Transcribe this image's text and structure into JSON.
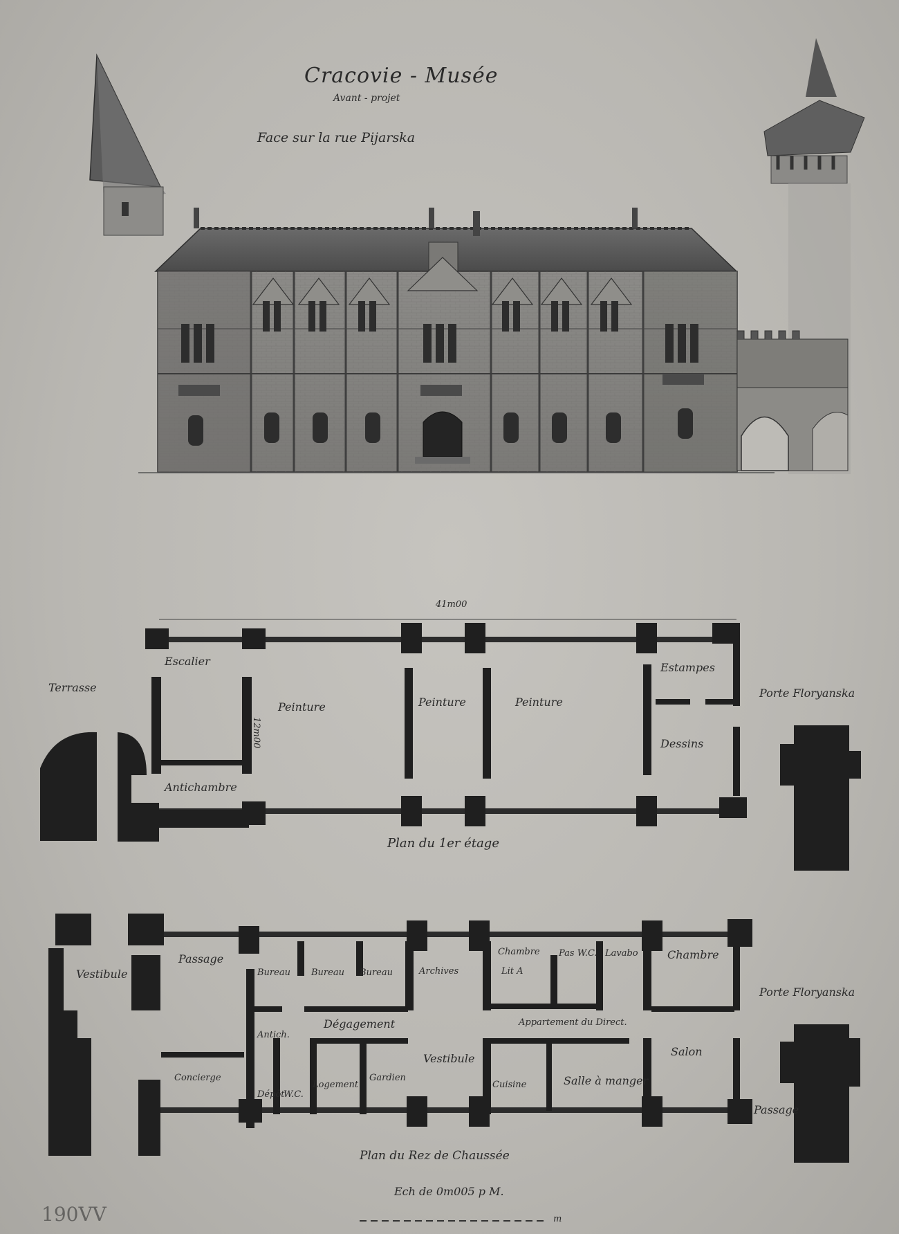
{
  "drawing": {
    "title": "Cracovie - Musée",
    "subtitle": "Avant - projet",
    "facade_title": "Face sur la rue Pijarska",
    "plan_first_floor": {
      "caption": "Plan du 1er étage",
      "width_dimension": "41m00",
      "depth_dimension": "12m00",
      "rooms": [
        "Escalier",
        "Terrasse",
        "Peinture",
        "Peinture",
        "Peinture",
        "Estampes",
        "Dessins",
        "Antichambre",
        "Porte Floryanska"
      ]
    },
    "plan_ground_floor": {
      "caption": "Plan du Rez de Chaussée",
      "scale": "Ech de 0m005 p M.",
      "scale_unit": "m",
      "rooms": [
        "Vestibule",
        "Passage",
        "Bureau",
        "Bureau",
        "Bureau",
        "Archives",
        "Chambre",
        "Lit A",
        "Pas W.C.",
        "Lavabo",
        "Chambre",
        "Porte Floryanska",
        "Antich.",
        "Dégagement",
        "Appartement du Direct.",
        "Concierge",
        "Dépôt",
        "W.C.",
        "Logement",
        "Gardien",
        "Vestibule",
        "Cuisine",
        "Salle à manger",
        "Salon",
        "Passage"
      ]
    },
    "stamp": "190VV"
  }
}
